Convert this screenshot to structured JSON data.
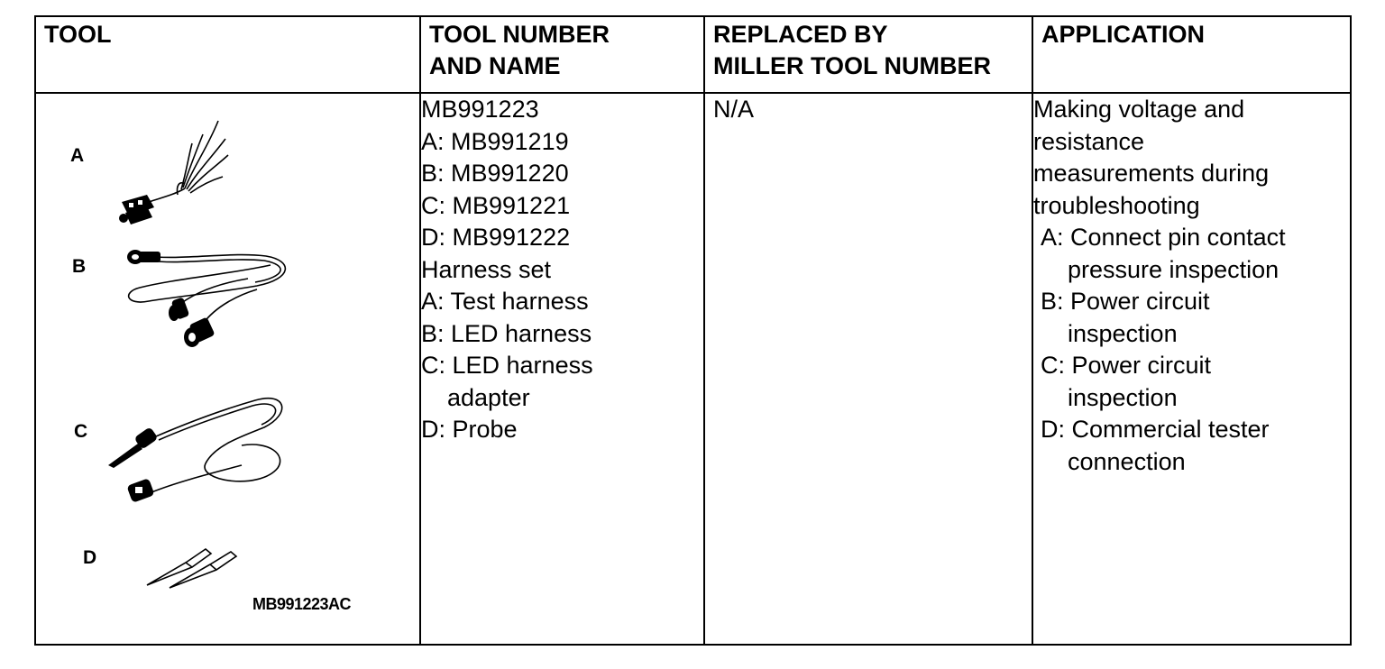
{
  "table": {
    "headers": {
      "tool": "TOOL",
      "tool_number_line1": "TOOL NUMBER",
      "tool_number_line2": "AND NAME",
      "replaced_line1": "REPLACED BY",
      "replaced_line2": "MILLER TOOL NUMBER",
      "application": "APPLICATION"
    },
    "tool_illustrations": {
      "labels": [
        "A",
        "B",
        "C",
        "D"
      ],
      "part_code": "MB991223AC"
    },
    "tool_number_and_name": [
      "MB991223",
      "A: MB991219",
      "B: MB991220",
      "C: MB991221",
      "D: MB991222",
      "Harness set",
      "A: Test harness",
      "B: LED harness",
      "C: LED harness",
      "adapter",
      "D: Probe"
    ],
    "replaced_by": "N/A",
    "application": [
      "Making voltage and",
      "resistance",
      "measurements during",
      "troubleshooting",
      "A: Connect pin contact",
      "pressure inspection",
      "B: Power circuit",
      "inspection",
      "C: Power circuit",
      "inspection",
      "D: Commercial tester",
      "connection"
    ]
  }
}
